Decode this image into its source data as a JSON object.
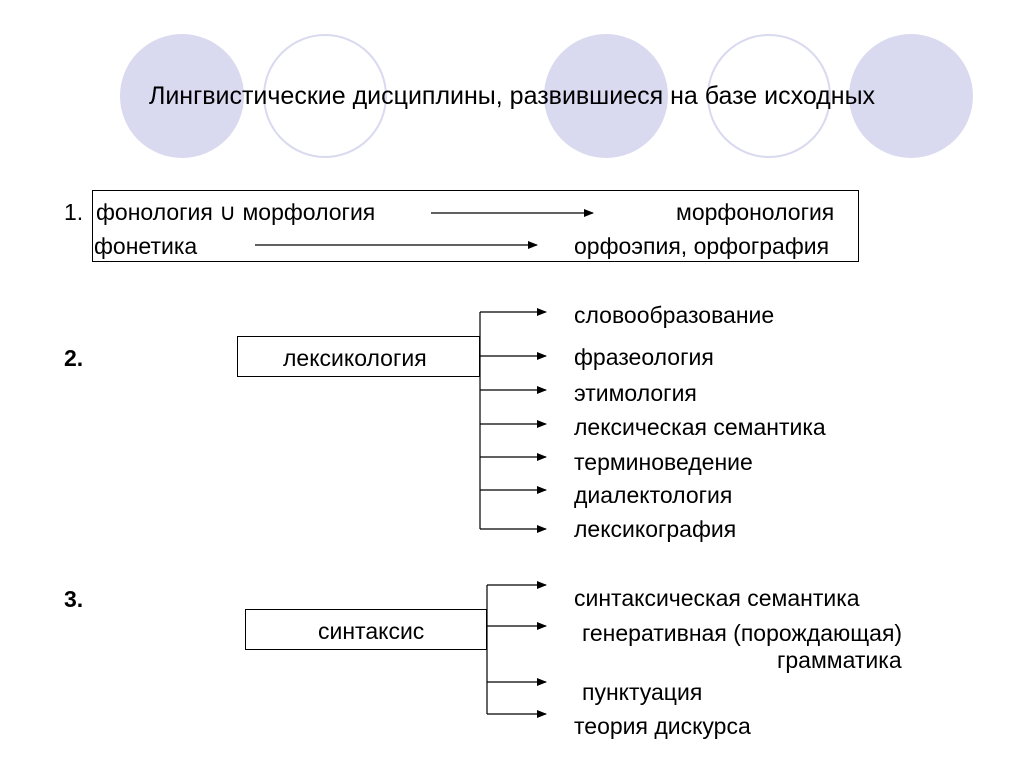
{
  "title": "Лингвистические дисциплины, развившиеся на базе исходных",
  "decor": {
    "circle_fill": "#d9d9f0"
  },
  "section1": {
    "number": "1.",
    "source_a": "фонология ∪ морфология",
    "target_a": "морфонология",
    "source_b": "фонетика",
    "target_b": "орфоэпия, орфография"
  },
  "section2": {
    "number": "2.",
    "root": "лексикология",
    "branches": [
      "словообразование",
      "фразеология",
      "этимология",
      "лексическая семантика",
      "терминоведение",
      "диалектология",
      "лексикография"
    ]
  },
  "section3": {
    "number": "3.",
    "root": "синтаксис",
    "branches": [
      "синтаксическая семантика",
      "генеративная (порождающая)",
      "грамматика",
      "пунктуация",
      "теория дискурса"
    ]
  }
}
